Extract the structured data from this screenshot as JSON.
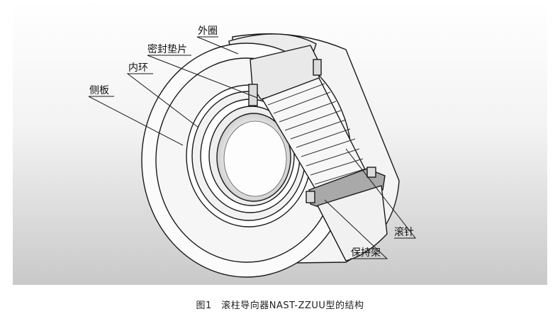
{
  "figure": {
    "labels": {
      "outer_ring": "外圈",
      "seal": "密封垫片",
      "inner_ring": "内环",
      "side_plate": "侧板",
      "needle_roller": "滚针",
      "cage": "保持架"
    },
    "caption": "图1　滚柱导向器NAST-ZZUU型的结构"
  }
}
